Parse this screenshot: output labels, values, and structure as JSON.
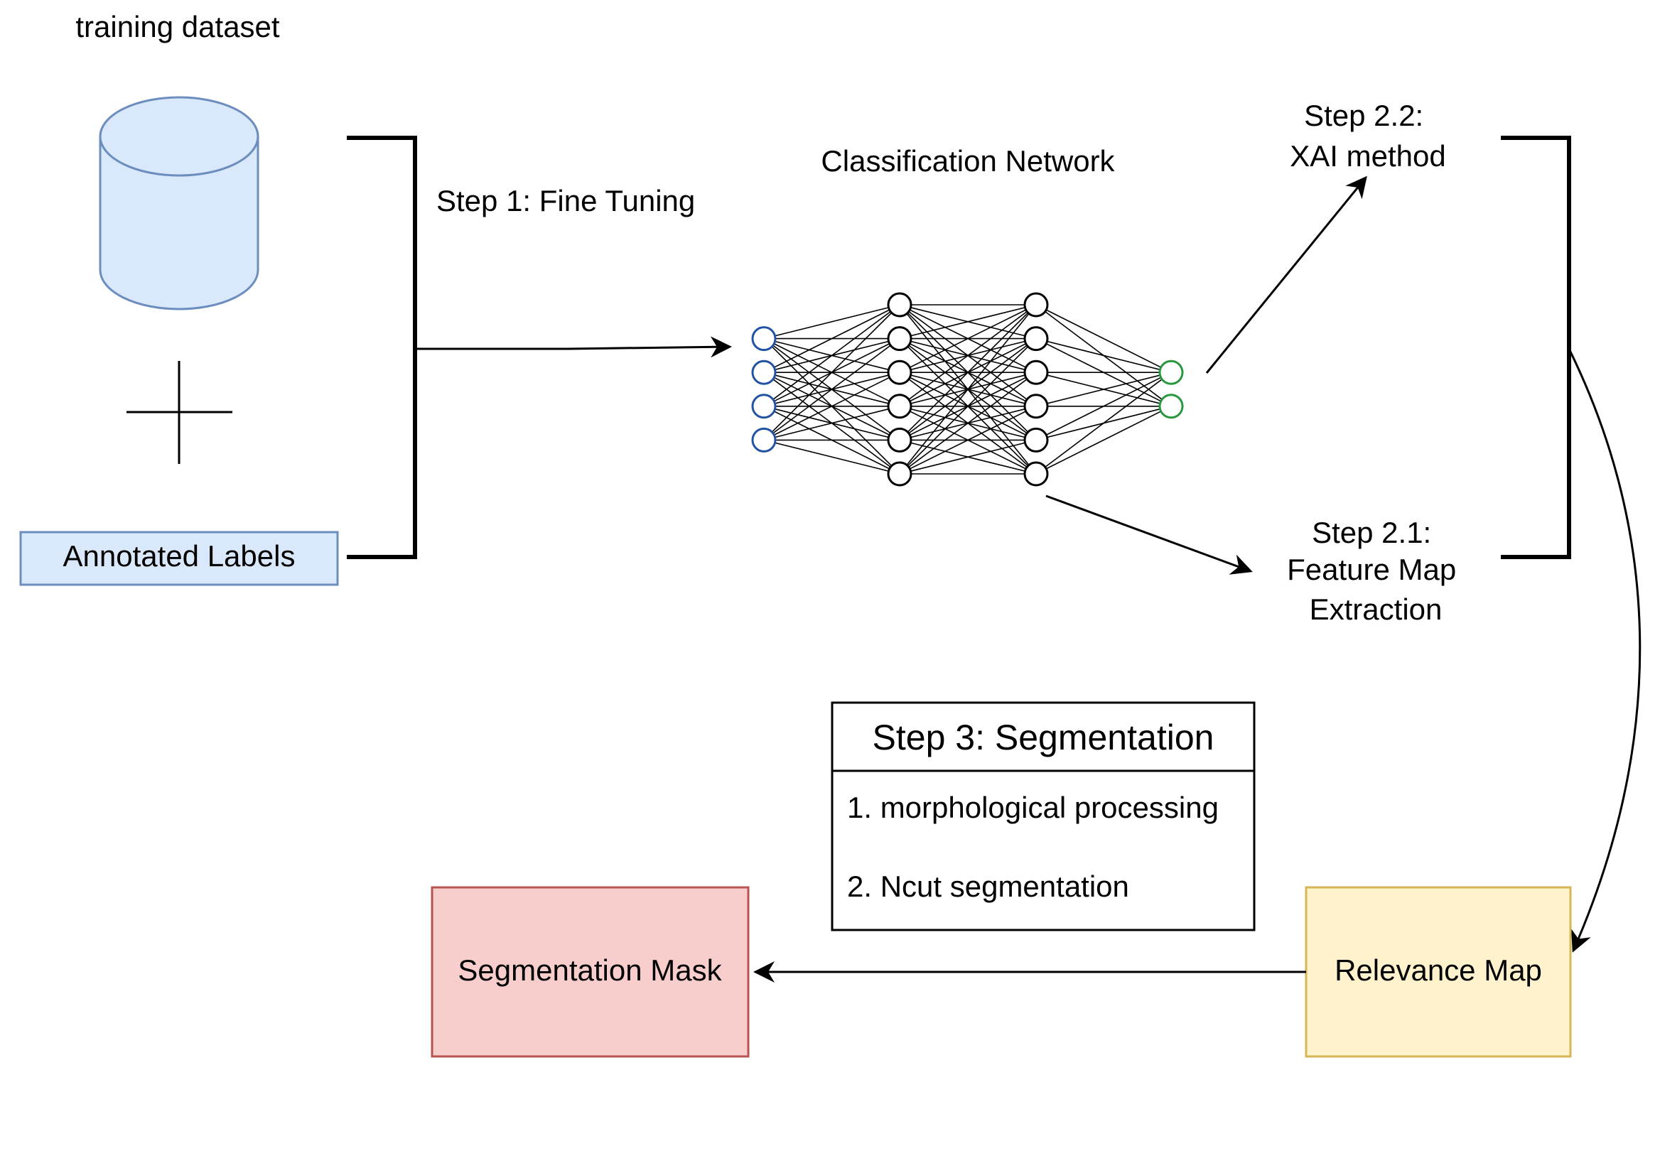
{
  "labels": {
    "training_dataset": "training dataset",
    "annotated_labels": "Annotated Labels",
    "step1": "Step 1: Fine Tuning",
    "classification_network": "Classification Network",
    "step22_line1": "Step 2.2:",
    "step22_line2": "XAI method",
    "step21_line1": "Step 2.1:",
    "step21_line2": "Feature Map",
    "step21_line3": "Extraction",
    "step3_title": "Step 3: Segmentation",
    "step3_item1": "1. morphological processing",
    "step3_item2": "2. Ncut segmentation",
    "segmentation_mask": "Segmentation Mask",
    "relevance_map": "Relevance Map"
  },
  "network": {
    "layer_sizes": [
      4,
      6,
      6,
      2
    ],
    "layer_colors": [
      "#2253a3",
      "#000000",
      "#000000",
      "#28983f"
    ]
  },
  "colors": {
    "database_fill": "#dae8fc",
    "database_stroke": "#6c8ebf",
    "labels_fill": "#dae8fc",
    "labels_stroke": "#6c8ebf",
    "mask_fill": "#f8cecc",
    "mask_stroke": "#b85450",
    "relevance_fill": "#fff2cc",
    "relevance_stroke": "#d6b656"
  }
}
